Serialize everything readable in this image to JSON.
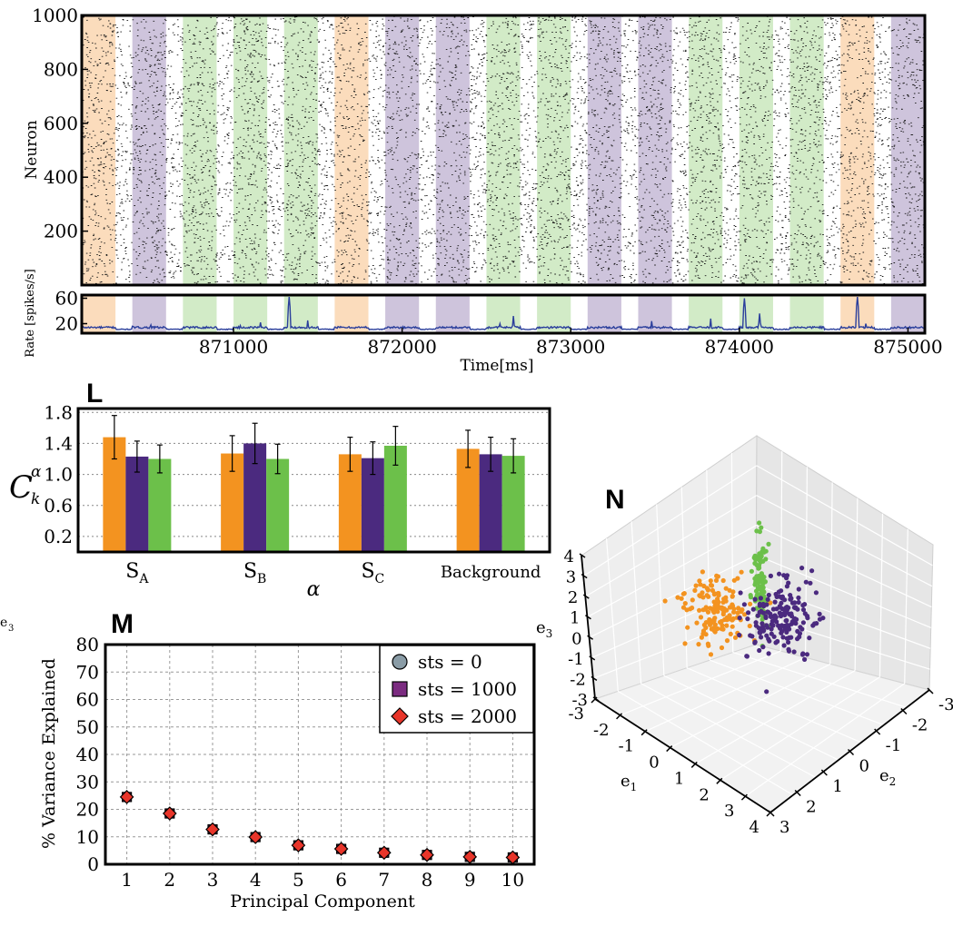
{
  "colors": {
    "orange": "#f39320",
    "purple": "#4b2a7f",
    "green": "#6cc04a",
    "orange_band": "#fbdcbc",
    "purple_band": "#cec4dc",
    "green_band": "#d2ebc7",
    "rate_line": "#2b3f9c",
    "pca_marker": "#e8352a",
    "legend_circle": "#8a9ca6",
    "legend_square": "#7b2b80"
  },
  "raster": {
    "xlim": [
      870100,
      875100
    ],
    "ylim": [
      0,
      1000
    ],
    "ylabel": "Neuron",
    "yticks": [
      200,
      400,
      600,
      800,
      1000
    ],
    "bands": [
      {
        "start": 870100,
        "end": 870300,
        "color": "orange"
      },
      {
        "start": 870400,
        "end": 870600,
        "color": "purple"
      },
      {
        "start": 870700,
        "end": 870900,
        "color": "green"
      },
      {
        "start": 871000,
        "end": 871200,
        "color": "green"
      },
      {
        "start": 871300,
        "end": 871500,
        "color": "green"
      },
      {
        "start": 871600,
        "end": 871800,
        "color": "orange"
      },
      {
        "start": 871900,
        "end": 872100,
        "color": "purple"
      },
      {
        "start": 872200,
        "end": 872400,
        "color": "purple"
      },
      {
        "start": 872500,
        "end": 872700,
        "color": "green"
      },
      {
        "start": 872800,
        "end": 873000,
        "color": "green"
      },
      {
        "start": 873100,
        "end": 873300,
        "color": "purple"
      },
      {
        "start": 873400,
        "end": 873600,
        "color": "purple"
      },
      {
        "start": 873700,
        "end": 873900,
        "color": "green"
      },
      {
        "start": 874000,
        "end": 874200,
        "color": "green"
      },
      {
        "start": 874300,
        "end": 874500,
        "color": "green"
      },
      {
        "start": 874600,
        "end": 874800,
        "color": "orange"
      },
      {
        "start": 874900,
        "end": 875100,
        "color": "purple"
      }
    ]
  },
  "rate": {
    "ylabel": "Rate [spikes/s]",
    "yticks": [
      20,
      60
    ],
    "ylim": [
      5,
      65
    ],
    "xlabel": "Time[ms]",
    "xticks": [
      871000,
      872000,
      873000,
      874000,
      875000
    ],
    "baseline": 10,
    "peaks": [
      {
        "t": 870400,
        "v": 16
      },
      {
        "t": 870510,
        "v": 18
      },
      {
        "t": 871040,
        "v": 17
      },
      {
        "t": 871160,
        "v": 22
      },
      {
        "t": 871330,
        "v": 62
      },
      {
        "t": 871440,
        "v": 25
      },
      {
        "t": 872580,
        "v": 20
      },
      {
        "t": 872660,
        "v": 32
      },
      {
        "t": 873480,
        "v": 24
      },
      {
        "t": 873830,
        "v": 28
      },
      {
        "t": 874030,
        "v": 60
      },
      {
        "t": 874120,
        "v": 36
      },
      {
        "t": 874700,
        "v": 62
      },
      {
        "t": 874750,
        "v": 20
      }
    ]
  },
  "panels": {
    "L": "L",
    "M": "M",
    "N": "N",
    "e3_fragment": "e3"
  },
  "chart_data": [
    {
      "type": "bar",
      "panel": "L",
      "categories": [
        "S_A",
        "S_B",
        "S_C",
        "Background"
      ],
      "category_labels": [
        {
          "main": "S",
          "sub": "A"
        },
        {
          "main": "S",
          "sub": "B"
        },
        {
          "main": "S",
          "sub": "C"
        },
        {
          "main": "Background",
          "sub": ""
        }
      ],
      "series": [
        {
          "color": "orange",
          "values": [
            1.48,
            1.27,
            1.26,
            1.33
          ],
          "errors": [
            0.28,
            0.23,
            0.22,
            0.24
          ]
        },
        {
          "color": "purple",
          "values": [
            1.23,
            1.4,
            1.21,
            1.26
          ],
          "errors": [
            0.2,
            0.26,
            0.21,
            0.22
          ]
        },
        {
          "color": "green",
          "values": [
            1.2,
            1.2,
            1.37,
            1.24
          ],
          "errors": [
            0.18,
            0.19,
            0.25,
            0.22
          ]
        }
      ],
      "ylim": [
        0,
        1.85
      ],
      "yticks": [
        "0.2",
        "0.6",
        "1.0",
        "1.4",
        "1.8"
      ],
      "ylabel": "C_k^α",
      "xlabel": "α"
    },
    {
      "type": "scatter",
      "panel": "M",
      "xlabel": "Principal Component",
      "ylabel": "% Variance Explained",
      "x": [
        1,
        2,
        3,
        4,
        5,
        6,
        7,
        8,
        9,
        10
      ],
      "xlim": [
        0.5,
        10.5
      ],
      "ylim": [
        0,
        80
      ],
      "yticks": [
        0,
        10,
        20,
        30,
        40,
        50,
        60,
        70,
        80
      ],
      "grid": true,
      "legend_position": "top-right",
      "series": [
        {
          "name": "sts = 0",
          "marker": "circle",
          "values": [
            24.5,
            18.5,
            12.7,
            9.9,
            6.9,
            5.6,
            4.2,
            3.4,
            2.7,
            2.5
          ]
        },
        {
          "name": "sts = 1000",
          "marker": "square",
          "values": [
            24.5,
            18.5,
            12.7,
            9.9,
            6.9,
            5.6,
            4.2,
            3.4,
            2.7,
            2.5
          ]
        },
        {
          "name": "sts = 2000",
          "marker": "diamond",
          "values": [
            24.5,
            18.5,
            12.7,
            9.9,
            6.9,
            5.6,
            4.2,
            3.4,
            2.7,
            2.5
          ]
        }
      ]
    },
    {
      "type": "scatter",
      "panel": "N",
      "projection": "3d",
      "xlabel": "e_1",
      "ylabel": "e_2",
      "zlabel": "e_3",
      "xticks": [
        "-3",
        "-2",
        "-1",
        "0",
        "1",
        "2",
        "3",
        "4"
      ],
      "yticks": [
        "-3",
        "-2",
        "-1",
        "0",
        "1",
        "2",
        "3"
      ],
      "zticks": [
        "-3",
        "-2",
        "-1",
        "0",
        "1",
        "2",
        "3",
        "4"
      ],
      "clusters": [
        {
          "color": "orange",
          "center": [
            0.8,
            1.2,
            0.6
          ],
          "spread": [
            0.55,
            0.6,
            0.6
          ],
          "count": 150
        },
        {
          "color": "green",
          "center": [
            -0.1,
            -0.1,
            2.0
          ],
          "spread": [
            0.15,
            0.15,
            1.1
          ],
          "count": 90
        },
        {
          "color": "purple",
          "center": [
            -1.2,
            -0.1,
            -0.3
          ],
          "spread": [
            0.6,
            0.6,
            0.55
          ],
          "count": 180
        }
      ]
    }
  ]
}
